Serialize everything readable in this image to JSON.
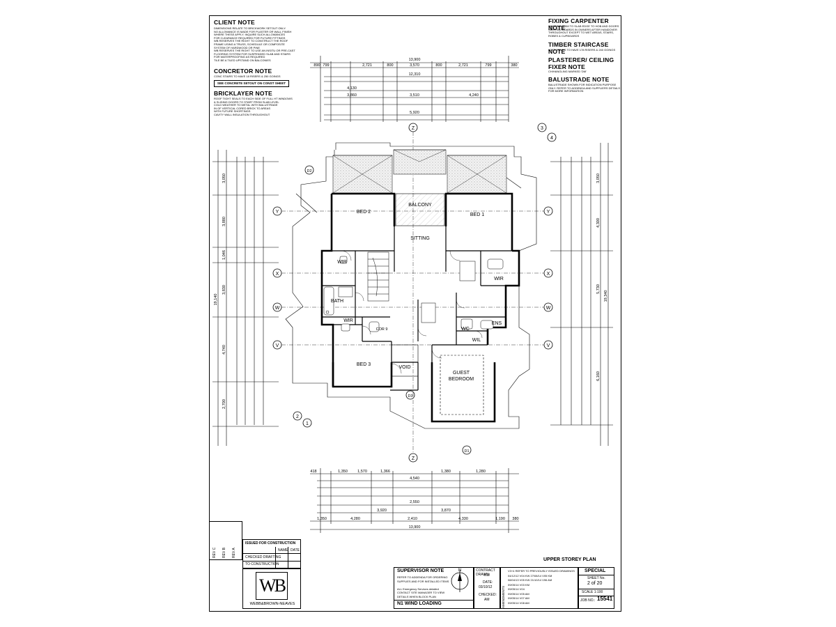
{
  "client_note": {
    "title": "CLIENT NOTE",
    "lines": [
      "DIMENSIONS RELATE TO BRICKWORK SETOUT ONLY.",
      "NO ALLOWANCE IS MADE FOR PLASTER OR WALL FINISH",
      "WHERE THESE APPLY. INQUIRE SUCH ALLOWANCES",
      "FOR CLEARANCE REQUIRED FOR FUTURE FITTINGS",
      "WB RESERVES THE RIGHT TO CONSTRUCT THE ROOF",
      "FRAME USING A TRUSS, SCHEDULE OR COMPOSITE",
      "SYSTEM OF HARDWOOD OR PINE",
      "WB RESERVES THE RIGHT TO USE AN INSITU OR PRE-CAST",
      "FLOORING SYSTEM FOR SUSPENDED SLAB AND STAIRS",
      "FOR WATERPROOFING AS REQUIRED",
      "TILE BE A TILED UPSTAND ON BALCONIES"
    ]
  },
  "concretor_note": {
    "title": "CONCRETOR NOTE",
    "lines": [
      "CONC STAIRS TO HAVE 18 RISERS & 250 GOINGS"
    ],
    "box": "SEE CONCRETE SETOUT ON CONST SHEET"
  },
  "bricklayer_note": {
    "title": "BRICKLAYER NOTE",
    "lines": [
      "ROOF TIGHT SEALS TO EACH SIDE OF FULL HT WINDOWS",
      "& SLIDING DOORS TO START FROM SLAB LEVEL",
      "COLD WEATHER TO METAL WITH BALUSTRADE",
      "IN OF VERTICAL CORED BRICK TO AREAS",
      "WITH FUTURE SHORTINGS",
      "CAVITY WALL INSULATION THROUGHOUT"
    ]
  },
  "fixing_carpenter_note": {
    "title": "FIXING CARPENTER NOTE",
    "lines": [
      "SKIRTING TRIM TO SLAB EDGE TO HOB AND DOORS",
      "SKIRTING BOARDS IN OWNERS AFTER HANDOVER",
      "THROUGHOUT EXCEPT TO WET AREAS, STAIRS,",
      "ROBES & CUPBOARDS"
    ]
  },
  "timber_staircase_note": {
    "title": "TIMBER STAIRCASE NOTE",
    "lines": [
      "LOFT STAIRS TO HAVE 178 RISERS & 240 GOINGS"
    ]
  },
  "plasterer_note": {
    "title": "PLASTERER/ CEILING FIXER NOTE",
    "lines": [
      "CH/HANGLING MARKED 'DM'"
    ]
  },
  "balustrade_note": {
    "title": "BALUSTRADE NOTE",
    "lines": [
      "BALUSTRADE SHOWN FOR INDICATION PURPOSE",
      "ONLY. REFER TO ADDENDA AND SUPPLIERS DETAILS",
      "FOR MORE INFORMATION"
    ]
  },
  "plan": {
    "rooms": {
      "bed2": "BED 2",
      "bed1": "BED 1",
      "balcony": "BALCONY",
      "sitting": "SITTING",
      "bed3": "BED 3",
      "void": "VOID",
      "guest1": "GUEST",
      "guest2": "BEDROOM",
      "bath": "BATH",
      "wir_l": "WIR",
      "wir_r": "WIR",
      "wir_b": "WIR",
      "ens": "ENS",
      "wc": "WC",
      "wil": "WIL",
      "cor": "COR 9"
    },
    "grid": {
      "z_top": "Z",
      "z_bot": "Z",
      "y_l": "Y",
      "y_r": "Y",
      "x_l": "X",
      "x_r": "X",
      "w_l": "W",
      "w_r": "W",
      "v_l": "V",
      "v_r": "V",
      "n1": "1",
      "n2": "2",
      "n3": "3",
      "n4": "4",
      "d1": "D1",
      "d2": "D2",
      "d3": "D3"
    },
    "dims_top": {
      "overall": "13,900",
      "row1": [
        "890",
        "799",
        "2,721",
        "800",
        "3,570",
        "800",
        "2,721",
        "799",
        "380"
      ],
      "row2": "12,310",
      "row3": "4,130",
      "row4": [
        "3,860",
        "3,510",
        "4,240"
      ],
      "row5": "5,920"
    },
    "dims_bottom": {
      "row1": [
        "418",
        "1,350",
        "1,570",
        "1,366",
        "1,380",
        "1,280"
      ],
      "row2": "4,540",
      "row3": "2,550",
      "row4": [
        "3,920",
        "3,870"
      ],
      "row5": [
        "1,350",
        "4,280",
        "2,410",
        "4,330",
        "1,190",
        "380"
      ],
      "overall": "13,900"
    },
    "dims_left": {
      "overall": "19,140",
      "parts": [
        "3,050",
        "3,880",
        "1,046",
        "3,830",
        "4,740",
        "2,700"
      ]
    },
    "dims_right": {
      "overall": "19,340",
      "parts": [
        "3,050",
        "4,300",
        "5,730",
        "6,160"
      ]
    }
  },
  "title_block": {
    "issued_for_construction": "ISSUED FOR CONSTRUCTION",
    "name_col": "NAME",
    "date_col": "DATE",
    "checked_drafting": "CHECKED DRAFTING",
    "to_construction": "TO CONSTRUCTION",
    "logo_monogram": "WB",
    "logo_text": "WEBB&BROWN-NEAVES",
    "supervisor_note_title": "SUPERVISOR NOTE",
    "supervisor_lines": [
      "REFER TO ADDENDA FOR ORDERING",
      "SUPPLIES AND FOR INSTALLED ITEMS",
      "",
      "ALL Emergency Services detailed",
      "CONTACT SITE MANAGER TO VIEW",
      "DETAILS WHEN BLOCK PLAN"
    ],
    "wind_loading": "N1 WIND LOADING",
    "north": "N",
    "contract_drawn_label": "CONTRACT DRAWN",
    "contract_drawn_by": "KW",
    "date_label": "DATE:",
    "date_value": "03/10/12",
    "checked_label": "CHECKED:",
    "checked_by": "AM",
    "amendments_label": "AMENDMENTS",
    "amendment_lines": [
      "V3+4 REFER TO PREVIOUSLY ISSUED DRAWINGS",
      "04/12/12 V04 KW  27/08/14 V05 KM",
      "08/04/13 V05 KW  21/10/14 V06 AM",
      "09/05/14 V03 KM",
      "09/05/14 V04",
      "09/05/14 V05 AM",
      "09/05/14 V07 AM",
      "09/05/14 V08 AM"
    ],
    "drawing_title": "UPPER STOREY PLAN",
    "special": "SPECIAL",
    "sheet_no_label": "SHEET No.",
    "sheet_no": "2 of 20",
    "scale": "SCALE 1:100",
    "job_no_label": "JOB NO.:",
    "job_no": "15541",
    "rev_labels": [
      "REV C",
      "REV B",
      "REV A"
    ]
  }
}
